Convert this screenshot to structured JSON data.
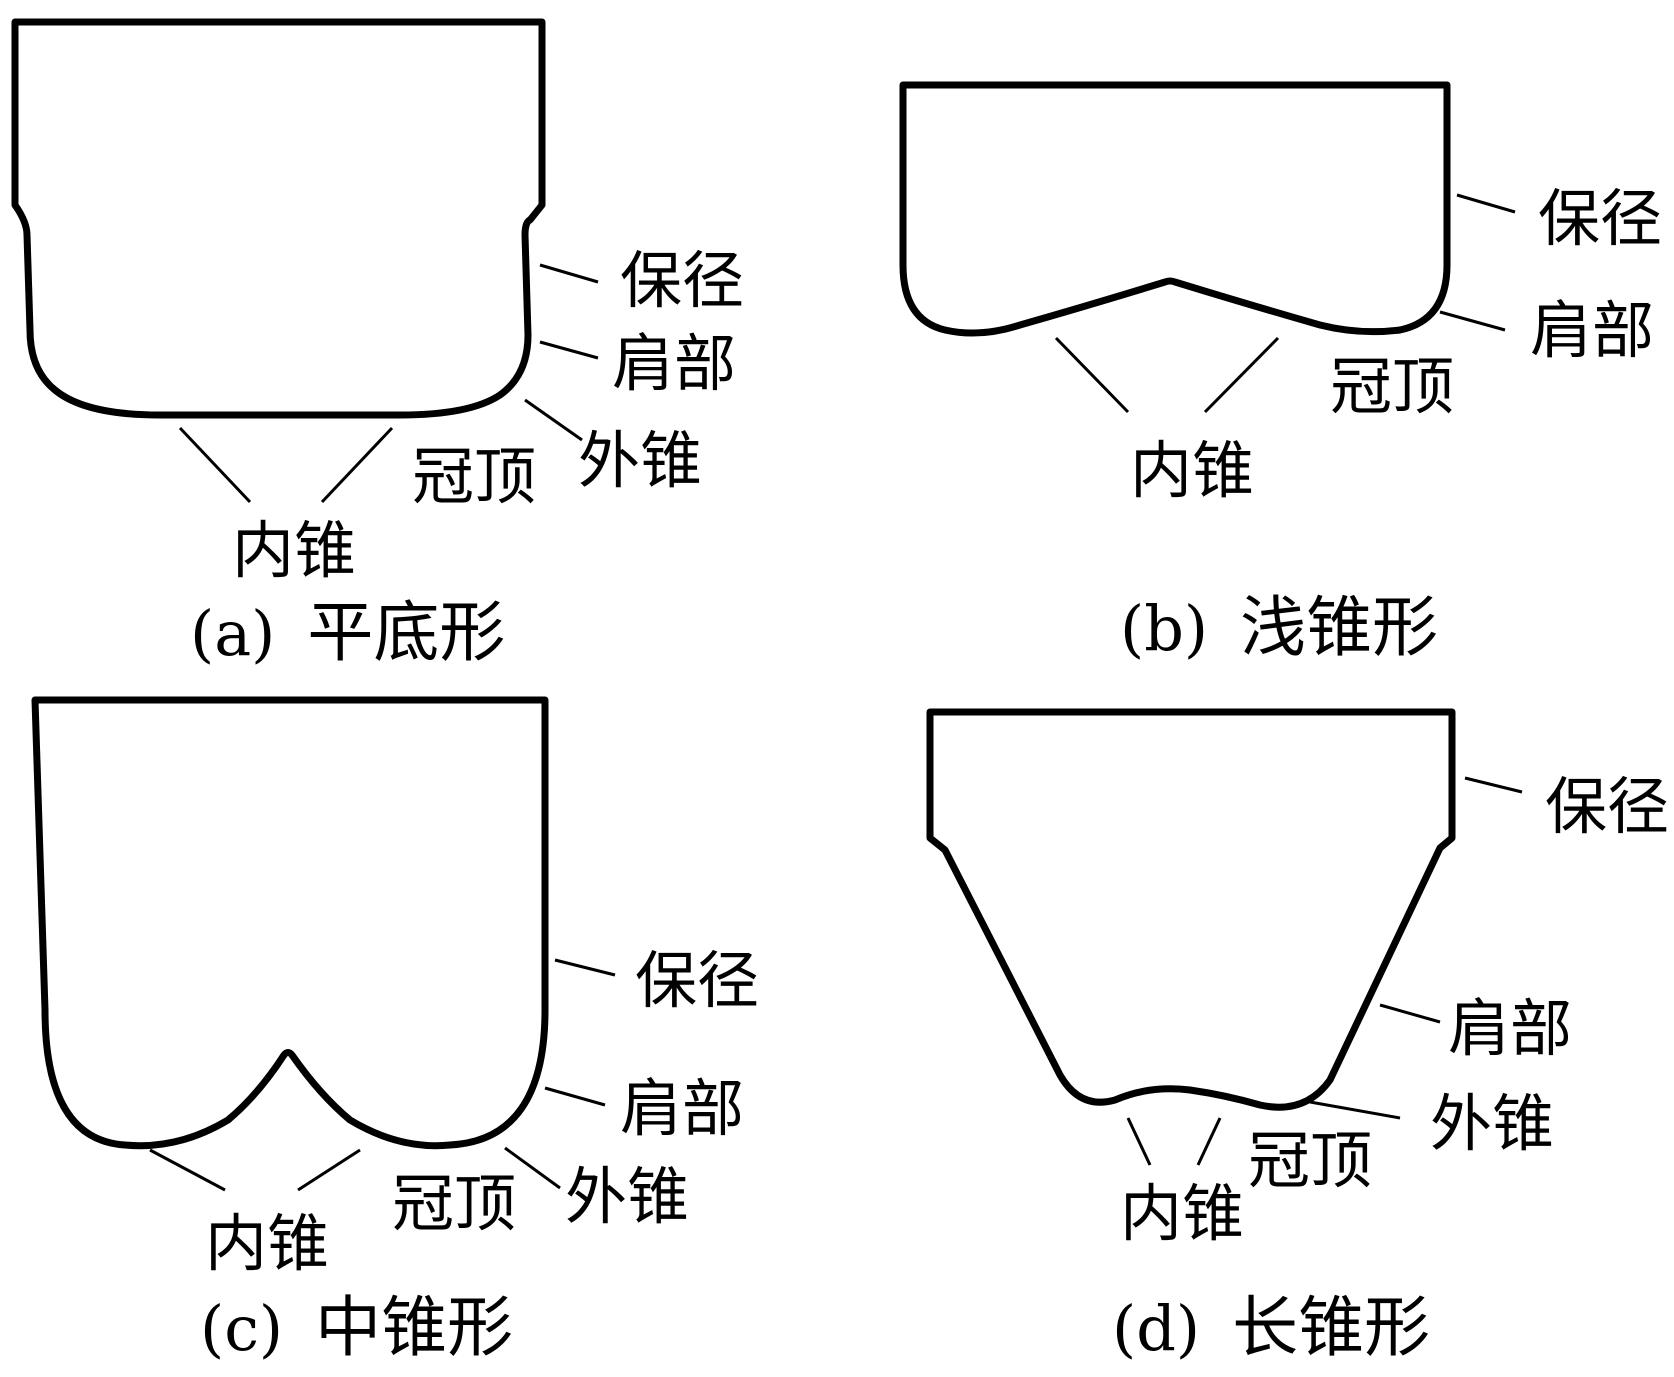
{
  "panels": {
    "a": {
      "labels": {
        "gauge": "保径",
        "shoulder": "肩部",
        "outer_cone": "外锥",
        "crown": "冠顶",
        "inner_cone": "内锥"
      },
      "caption": {
        "letter": "(a)",
        "name": "平底形"
      }
    },
    "b": {
      "labels": {
        "gauge": "保径",
        "shoulder": "肩部",
        "crown": "冠顶",
        "inner_cone": "内锥"
      },
      "caption": {
        "letter": "(b)",
        "name": "浅锥形"
      }
    },
    "c": {
      "labels": {
        "gauge": "保径",
        "shoulder": "肩部",
        "outer_cone": "外锥",
        "crown": "冠顶",
        "inner_cone": "内锥"
      },
      "caption": {
        "letter": "(c)",
        "name": "中锥形"
      }
    },
    "d": {
      "labels": {
        "gauge": "保径",
        "shoulder": "肩部",
        "outer_cone": "外锥",
        "crown": "冠顶",
        "inner_cone": "内锥"
      },
      "caption": {
        "letter": "(d)",
        "name": "长锥形"
      }
    }
  }
}
